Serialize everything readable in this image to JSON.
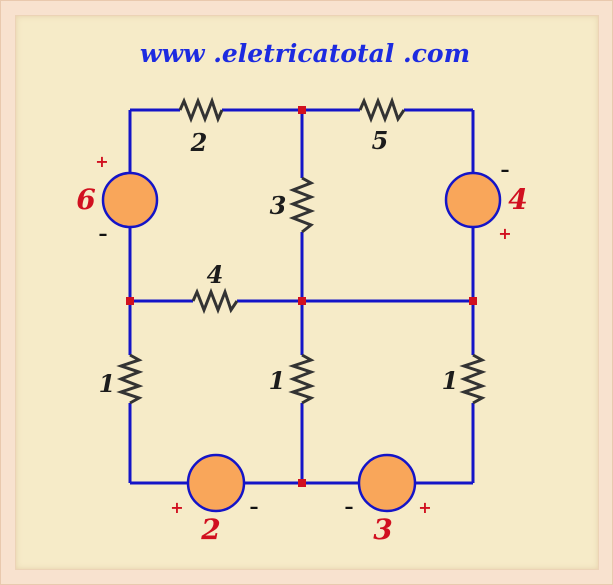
{
  "website": "www .eletricatotal .com",
  "resistors": {
    "top_left": "2",
    "top_right": "5",
    "center_vertical": "3",
    "middle_horizontal": "4",
    "bottom_left": "1",
    "bottom_center": "1",
    "bottom_right": "1"
  },
  "sources": {
    "left": {
      "value": "6",
      "top_sign": "+",
      "bottom_sign": "–"
    },
    "right": {
      "value": "4",
      "top_sign": "–",
      "bottom_sign": "+"
    },
    "bottom_left": {
      "value": "2",
      "left_sign": "+",
      "right_sign": "–"
    },
    "bottom_right": {
      "value": "3",
      "left_sign": "–",
      "right_sign": "+"
    }
  },
  "colors": {
    "wire": "#1414c8",
    "node": "#d11020",
    "source_fill": "#f9a65a",
    "website_text": "#1d2be0",
    "voltage_text": "#d11020",
    "background": "#f6ebc8",
    "frame": "#f8e2cf"
  }
}
